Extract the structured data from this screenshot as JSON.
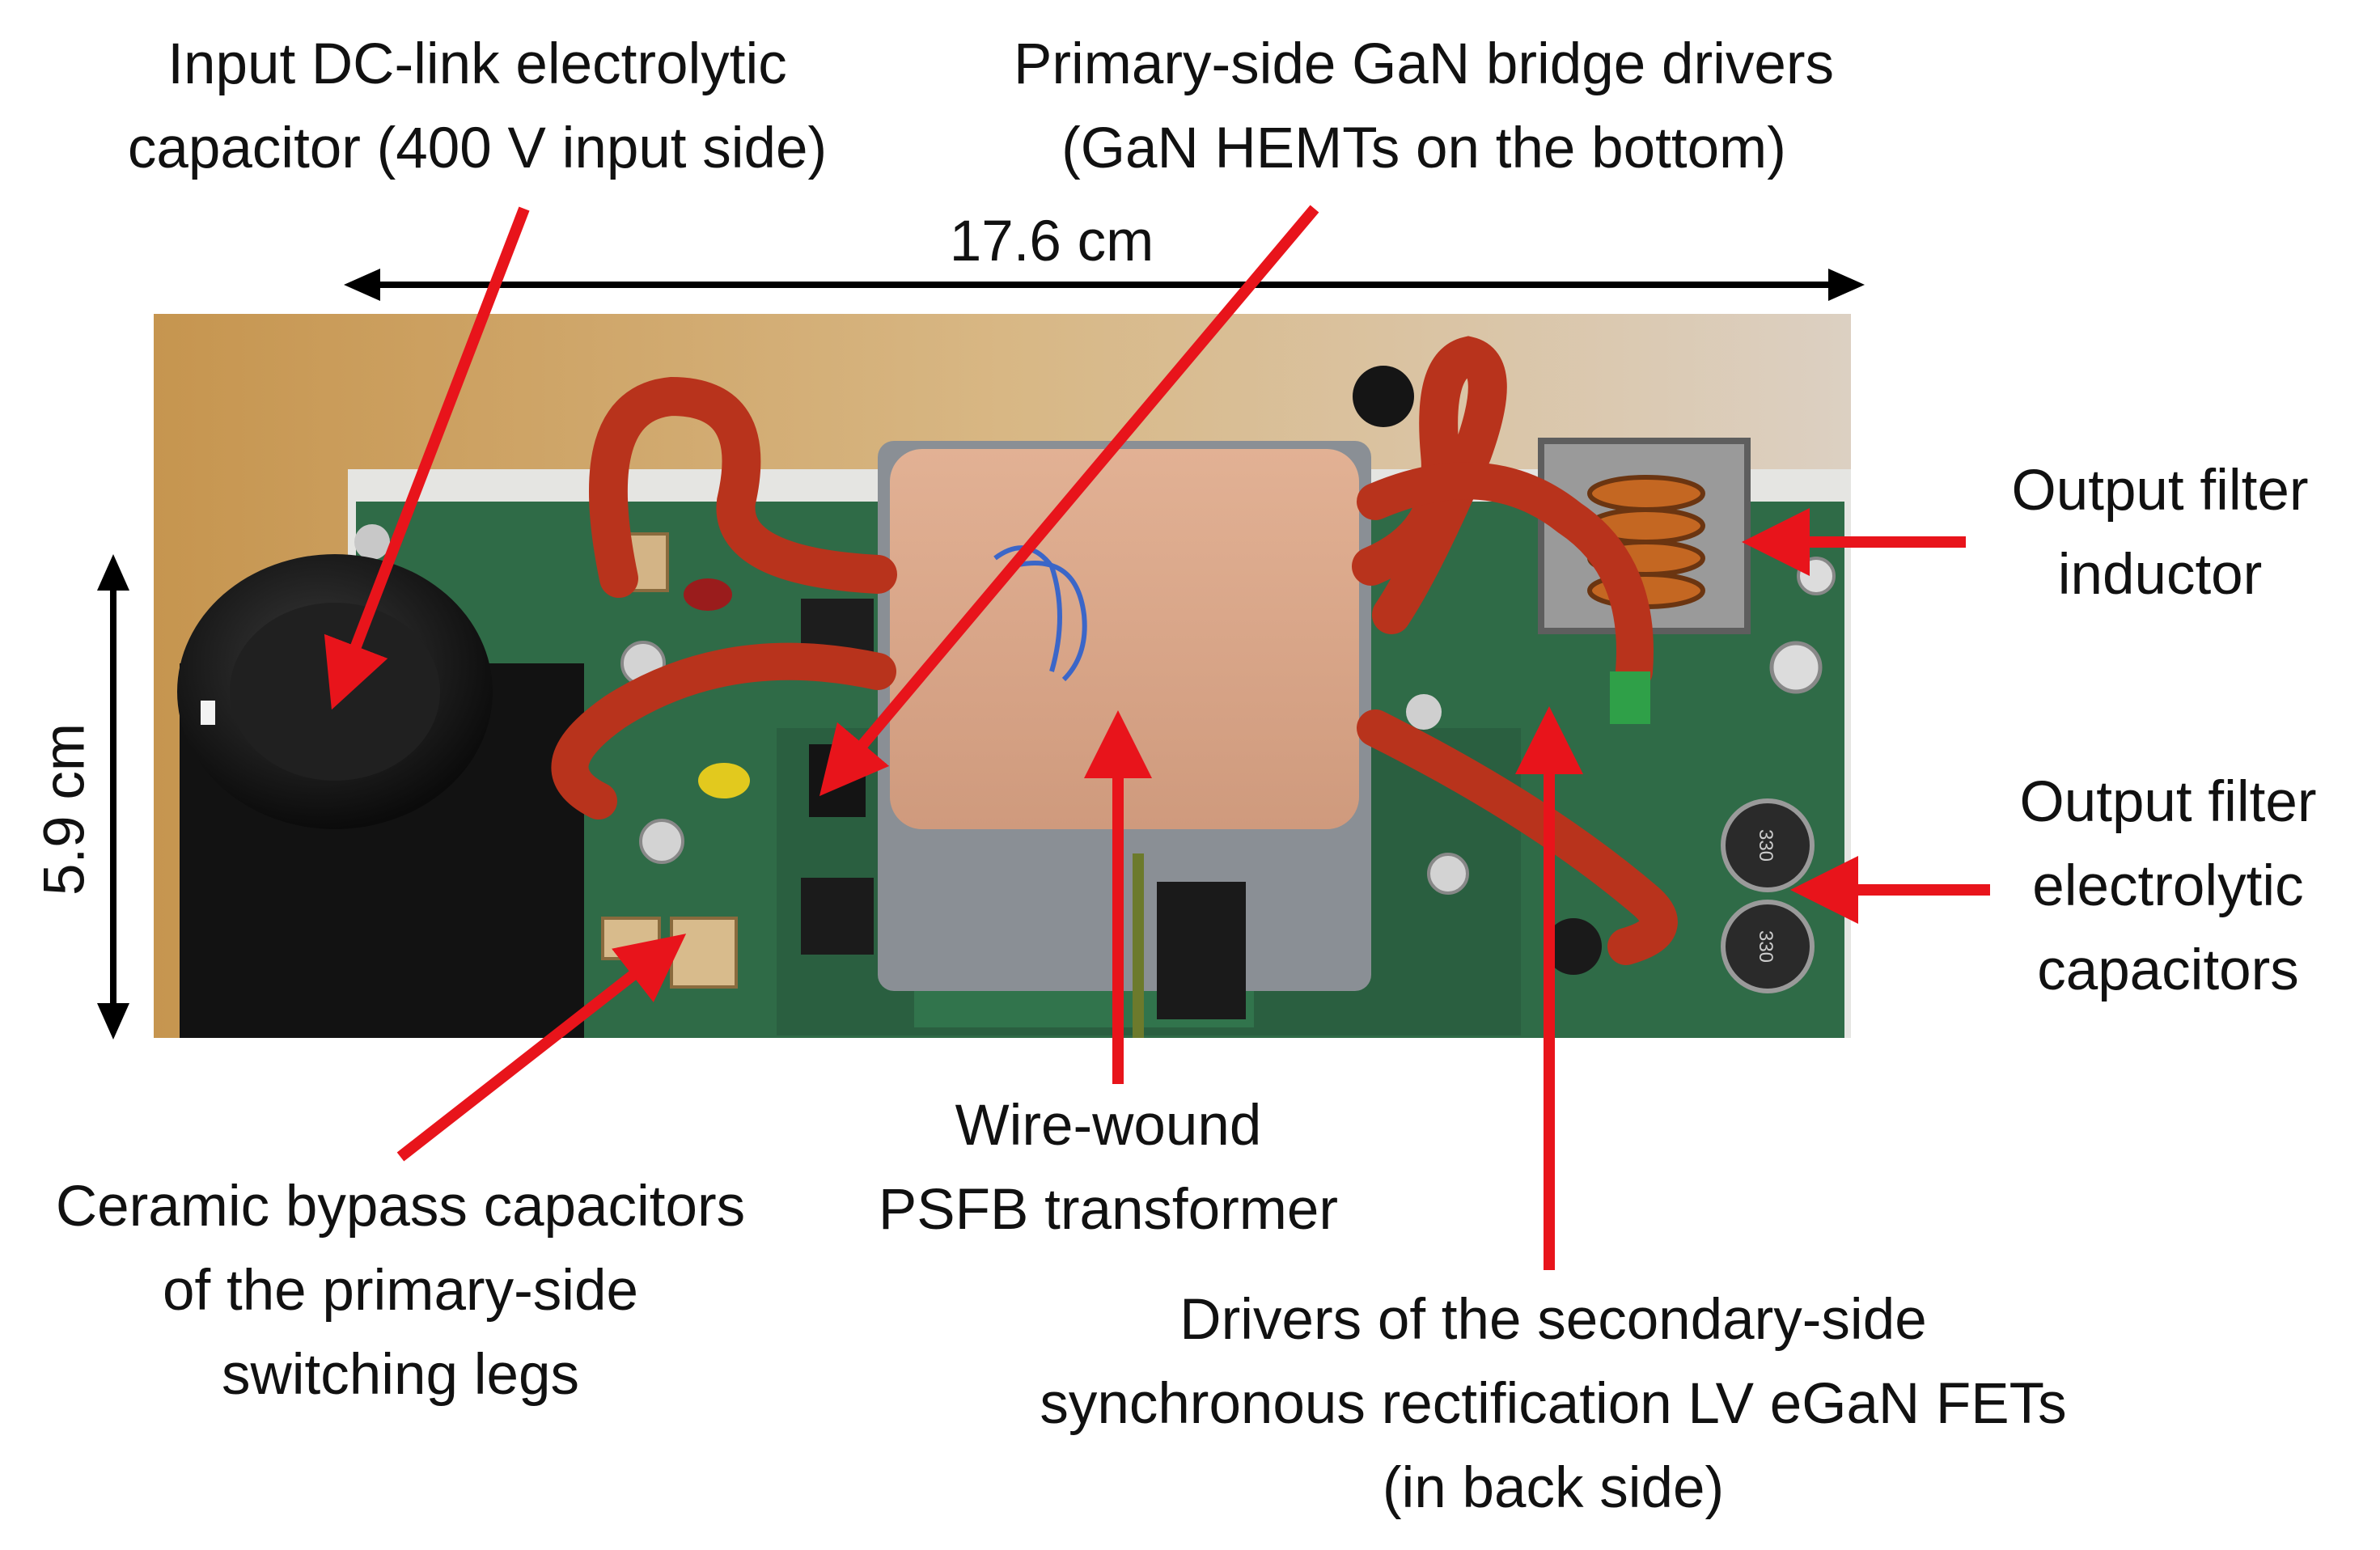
{
  "annotations": {
    "input_cap": [
      "Input DC-link electrolytic",
      "capacitor (400 V input side)"
    ],
    "gan_drivers": [
      "Primary-side GaN bridge drivers",
      "(GaN HEMTs on the bottom)"
    ],
    "output_inductor": [
      "Output filter",
      "inductor"
    ],
    "output_caps": [
      "Output filter",
      "electrolytic",
      "capacitors"
    ],
    "transformer": [
      "Wire-wound",
      "PSFB transformer"
    ],
    "ceramic_caps": [
      "Ceramic bypass capacitors",
      "of the primary-side",
      "switching legs"
    ],
    "sr_drivers": [
      "Drivers of the secondary-side",
      "synchronous rectification LV eGaN FETs",
      "(in back side)"
    ]
  },
  "dimensions": {
    "length": "17.6 cm",
    "width": "5.9 cm"
  },
  "colors": {
    "arrow": "#e8141b",
    "dimension_arrow": "#000000",
    "pcb": "#2f6b47",
    "cable": "#b8331c",
    "transformer_top": "#d9a488",
    "background": "#c89b5e"
  },
  "component_prints": {
    "cap_marking": "330"
  }
}
